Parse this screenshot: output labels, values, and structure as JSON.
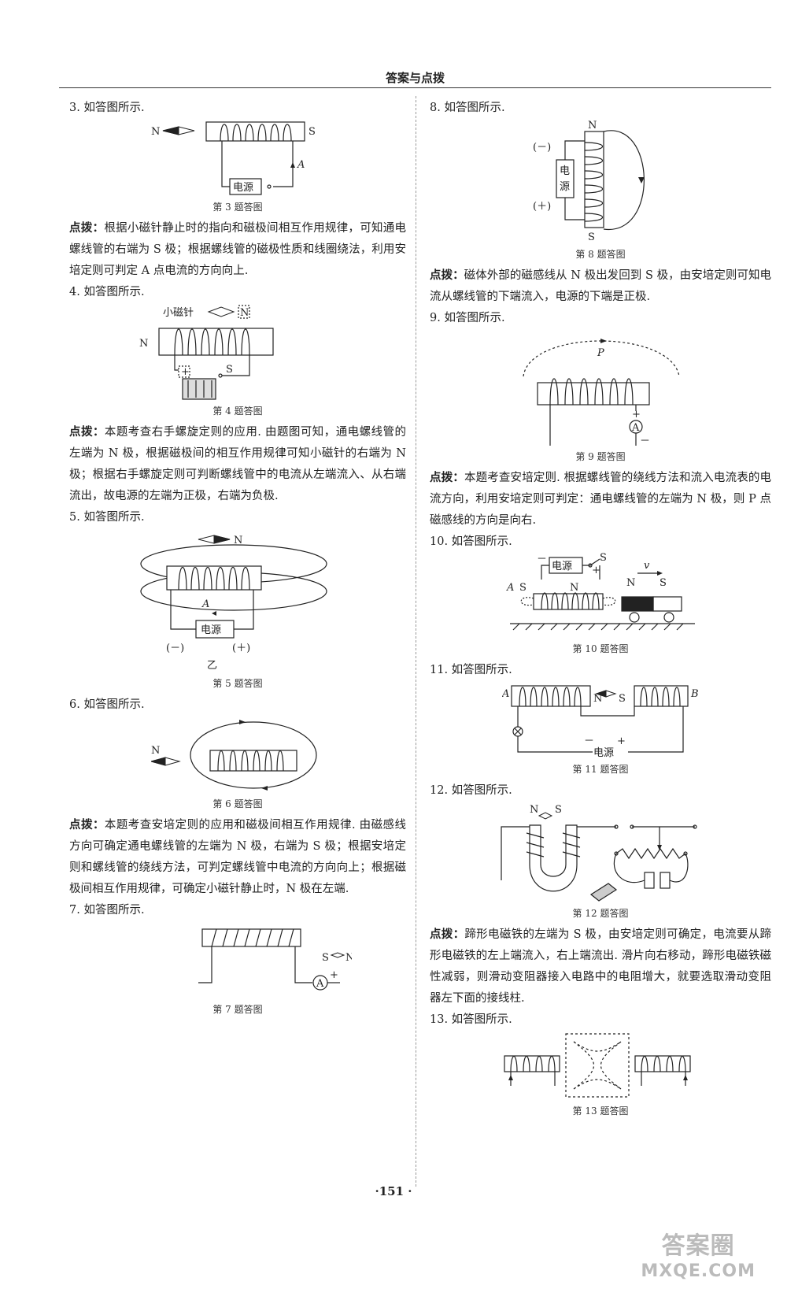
{
  "header": {
    "title": "答案与点拨"
  },
  "page_number": "·151 ·",
  "watermark": {
    "line1": "答案圈",
    "line2": "MXQE.COM"
  },
  "left": {
    "q3": {
      "text": "3. 如答图所示.",
      "caption": "第 3 题答图",
      "labels": {
        "n": "N",
        "s": "S",
        "a": "A",
        "power": "电源"
      },
      "note_label": "点拨：",
      "note": "根据小磁针静止时的指向和磁极间相互作用规律，可知通电螺线管的右端为 S 极；根据螺线管的磁极性质和线圈绕法，利用安培定则可判定 A 点电流的方向向上."
    },
    "q4": {
      "text": "4. 如答图所示.",
      "caption": "第 4 题答图",
      "labels": {
        "needle": "小磁针",
        "n_box": "N",
        "n": "N",
        "s": "S",
        "plus": "+"
      },
      "note_label": "点拨：",
      "note": "本题考查右手螺旋定则的应用. 由题图可知，通电螺线管的左端为 N 极，根据磁极间的相互作用规律可知小磁针的右端为 N 极；根据右手螺旋定则可判断螺线管中的电流从左端流入、从右端流出，故电源的左端为正极，右端为负极."
    },
    "q5": {
      "text": "5. 如答图所示.",
      "caption": "第 5 题答图",
      "labels": {
        "n": "N",
        "a": "A",
        "power": "电源",
        "minus": "(－)",
        "plus": "(＋)",
        "yi": "乙"
      }
    },
    "q6": {
      "text": "6. 如答图所示.",
      "caption": "第 6 题答图",
      "labels": {
        "n": "N"
      },
      "note_label": "点拨：",
      "note": "本题考查安培定则的应用和磁极间相互作用规律. 由磁感线方向可确定通电螺线管的左端为 N 极，右端为 S 极；根据安培定则和螺线管的绕线方法，可判定螺线管中电流的方向向上；根据磁极间相互作用规律，可确定小磁针静止时，N 极在左端."
    },
    "q7": {
      "text": "7. 如答图所示.",
      "caption": "第 7 题答图",
      "labels": {
        "s": "S",
        "n": "N",
        "a": "A",
        "plus": "+"
      }
    }
  },
  "right": {
    "q8": {
      "text": "8. 如答图所示.",
      "caption": "第 8 题答图",
      "labels": {
        "n": "N",
        "s": "S",
        "minus": "(－)",
        "plus": "(＋)",
        "power1": "电",
        "power2": "源"
      },
      "note_label": "点拨：",
      "note": "磁体外部的磁感线从 N 极出发回到 S 极，由安培定则可知电流从螺线管的下端流入，电源的下端是正极."
    },
    "q9": {
      "text": "9. 如答图所示.",
      "caption": "第 9 题答图",
      "labels": {
        "p": "P",
        "a": "A",
        "plus": "+",
        "minus": "－"
      },
      "note_label": "点拨：",
      "note": "本题考查安培定则. 根据螺线管的绕线方法和流入电流表的电流方向，利用安培定则可判定：通电螺线管的左端为 N 极，则 P 点磁感线的方向是向右."
    },
    "q10": {
      "text": "10. 如答图所示.",
      "caption": "第 10 题答图",
      "labels": {
        "power": "电源",
        "s1": "S",
        "minus": "－",
        "plus": "+",
        "a": "A",
        "s2": "S",
        "n1": "N",
        "n2": "N",
        "s3": "S",
        "v": "v"
      }
    },
    "q11": {
      "text": "11. 如答图所示.",
      "caption": "第 11 题答图",
      "labels": {
        "a": "A",
        "b": "B",
        "n": "N",
        "s": "S",
        "power": "电源",
        "minus": "－",
        "plus": "+"
      }
    },
    "q12": {
      "text": "12. 如答图所示.",
      "caption": "第 12 题答图",
      "labels": {
        "n": "N",
        "s": "S"
      },
      "note_label": "点拨：",
      "note": "蹄形电磁铁的左端为 S 极，由安培定则可确定，电流要从蹄形电磁铁的左上端流入，右上端流出. 滑片向右移动，蹄形电磁铁磁性减弱，则滑动变阻器接入电路中的电阻增大，就要选取滑动变阻器左下面的接线柱."
    },
    "q13": {
      "text": "13. 如答图所示.",
      "caption": "第 13 题答图"
    }
  }
}
